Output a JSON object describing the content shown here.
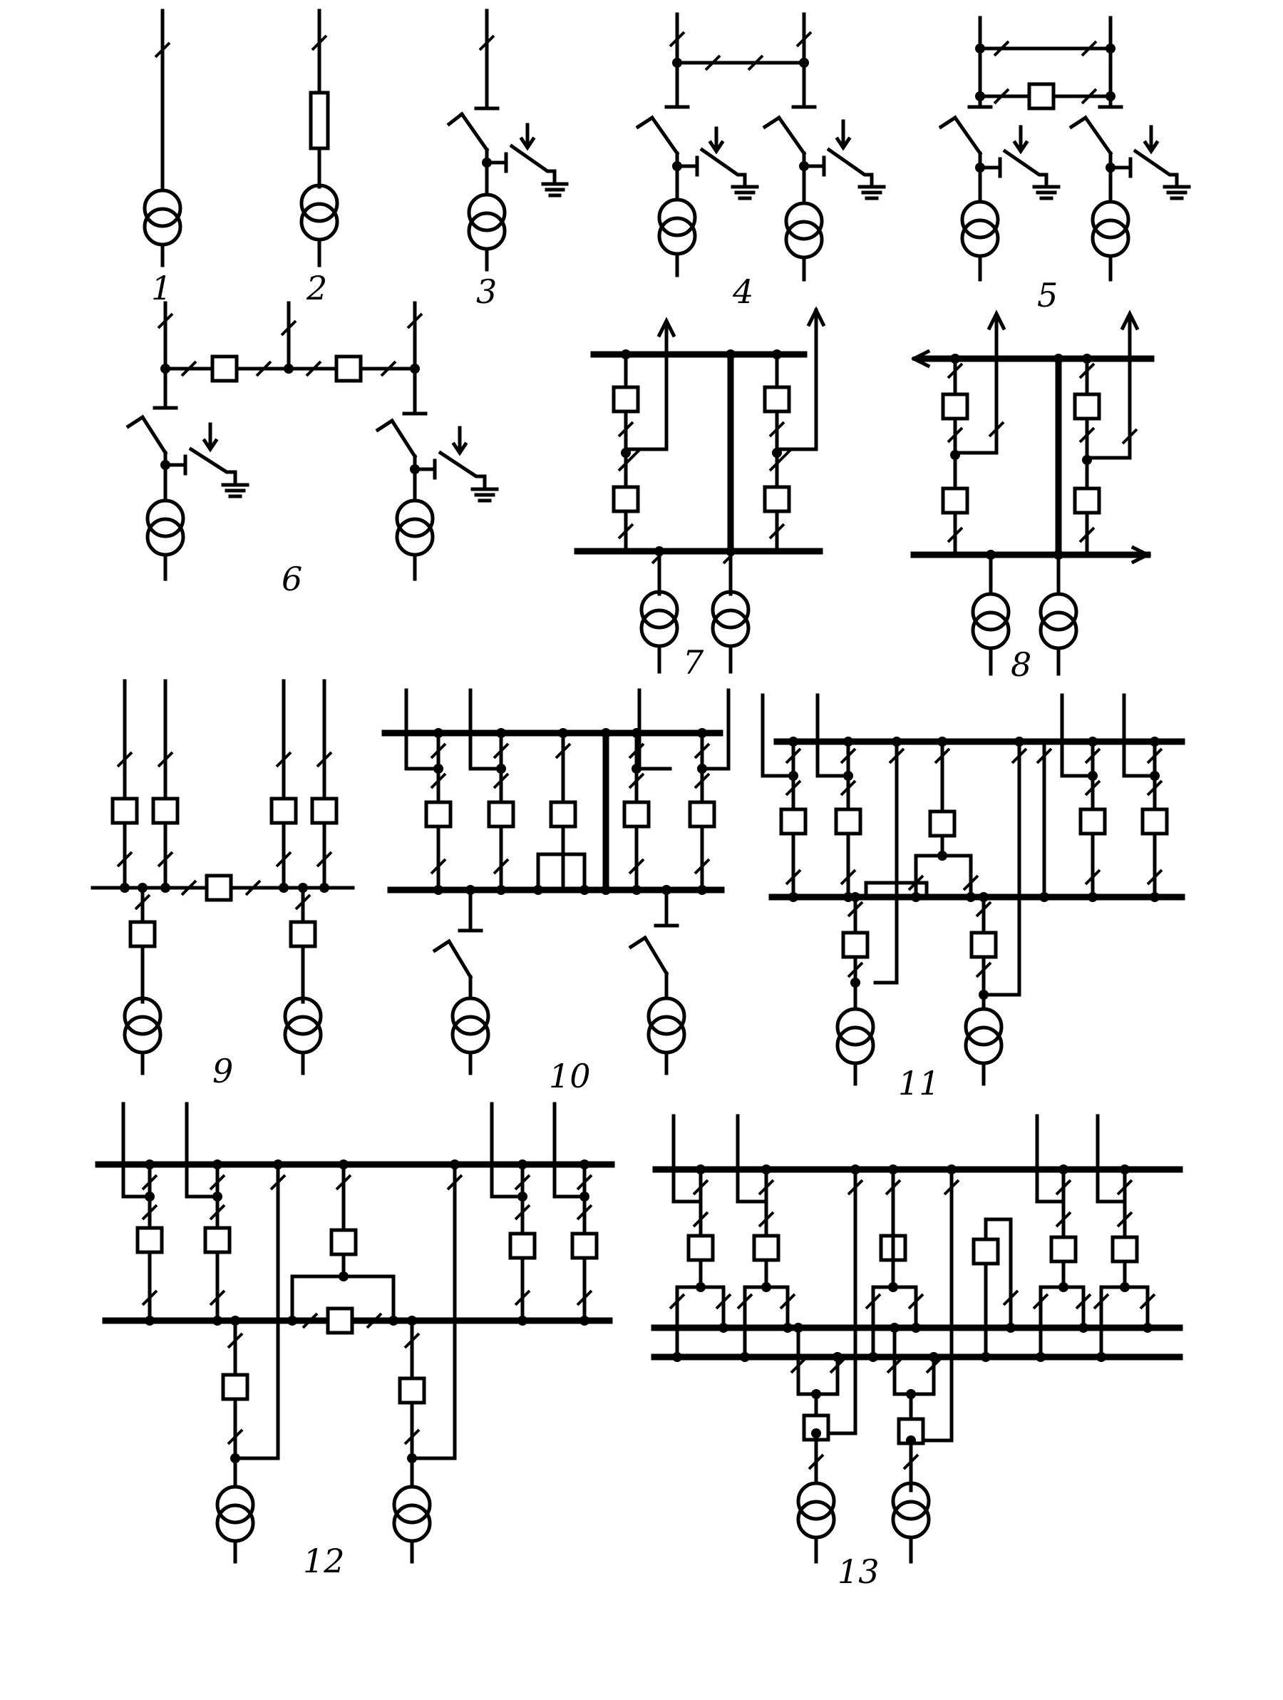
{
  "figure": {
    "scheme_labels": [
      "1",
      "2",
      "3",
      "4",
      "5",
      "6",
      "7",
      "8",
      "9",
      "10",
      "11",
      "12",
      "13"
    ]
  }
}
